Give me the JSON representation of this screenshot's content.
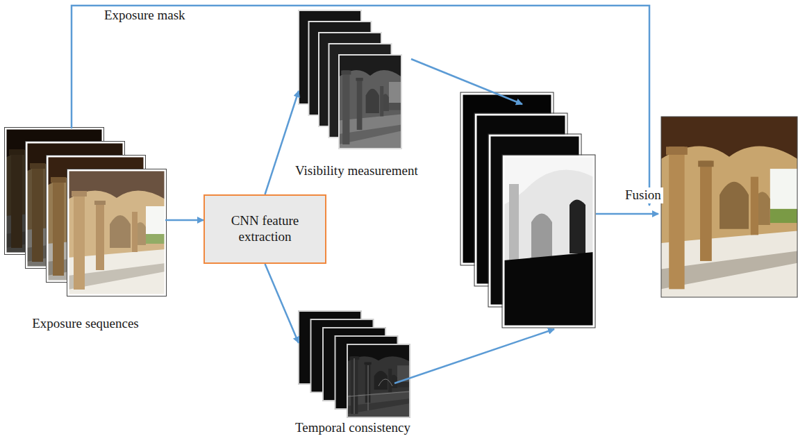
{
  "diagram": {
    "nodes": [
      {
        "text": [
          "Exposure sequences"
        ]
      },
      {
        "text": [
          "CNN feature extraction"
        ]
      },
      {
        "text": [
          "Visibility measurement"
        ]
      },
      {
        "text": [
          "Temporal consistency"
        ]
      }
    ],
    "edges": [
      {
        "from": 0,
        "to": 1,
        "arrow": "to"
      },
      {
        "from": 1,
        "to": 2,
        "arrow": "to"
      },
      {
        "from": 1,
        "to": 3,
        "arrow": "to"
      }
    ],
    "labels": [
      "Exposure mask",
      "Fusion"
    ]
  }
}
